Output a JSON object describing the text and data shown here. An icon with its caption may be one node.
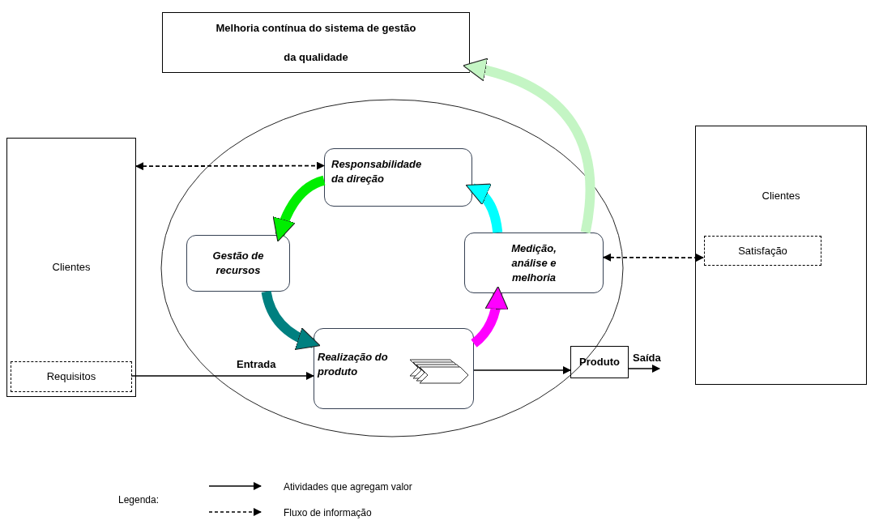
{
  "diagram": {
    "nodes": [
      {
        "text": [
          "Melhoria contínua do sistema de gestão da qualidade"
        ]
      },
      {
        "text": [
          "Clientes"
        ]
      },
      {
        "text": [
          "Requisitos"
        ],
        "in": 1
      },
      {
        "text": [
          "Clientes"
        ]
      },
      {
        "text": [
          "Satisfação"
        ],
        "in": 3
      },
      {
        "text": [],
        "shape": "ellipse"
      },
      {
        "text": [
          "Responsabilidade da direção"
        ],
        "in": 5
      },
      {
        "text": [
          "Gestão de recursos"
        ],
        "in": 5
      },
      {
        "text": [
          "Medição, análise e melhoria"
        ],
        "in": 5
      },
      {
        "text": [
          "Realização do produto"
        ],
        "in": 5
      },
      {
        "text": [
          "Produto"
        ]
      }
    ],
    "edges": [
      {
        "from": 1,
        "to": 6,
        "arrow": "both",
        "style": "dashed"
      },
      {
        "from": 6,
        "to": 7,
        "arrow": "to",
        "style": "thick",
        "color": "#00ee00"
      },
      {
        "from": 7,
        "to": 9,
        "arrow": "to",
        "style": "thick",
        "color": "#008080"
      },
      {
        "from": 9,
        "to": 8,
        "arrow": "to",
        "style": "thick",
        "color": "#ff00ff"
      },
      {
        "from": 8,
        "to": 6,
        "arrow": "to",
        "style": "thick",
        "color": "#00ffff"
      },
      {
        "from": 8,
        "to": 0,
        "arrow": "to",
        "style": "thick",
        "color": "#c4f5c4"
      },
      {
        "from": 8,
        "to": 4,
        "arrow": "both",
        "style": "dashed"
      },
      {
        "from": 2,
        "to": 9,
        "arrow": "to",
        "label": "Entrada"
      },
      {
        "from": 9,
        "to": 10,
        "arrow": "to"
      },
      {
        "from": 10,
        "to": null,
        "arrow": "to",
        "label": "Saída"
      }
    ],
    "labels": [
      "Legenda:"
    ],
    "legend": [
      {
        "text": "Atividades que agregam valor"
      },
      {
        "text": "Fluxo de informação"
      }
    ]
  }
}
